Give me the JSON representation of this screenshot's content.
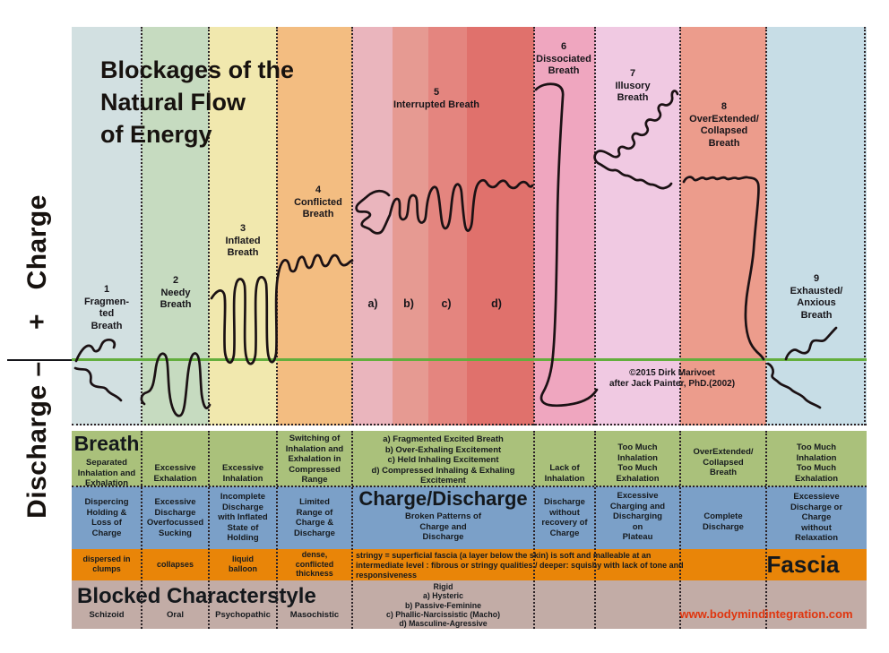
{
  "title": "Blockages of the\nNatural Flow\nof Energy",
  "axis_label": "Discharge –    +   Charge",
  "credit": "©2015 Dirk Marivoet\nafter Jack Painter, PhD.(2002)",
  "website": "www.bodymindintegration.com",
  "colors": {
    "col1": "#d2e0e1",
    "col2": "#c6dbc0",
    "col3": "#f1e8ae",
    "col4": "#f3bd81",
    "col5a": "#eab5bd",
    "col5b": "#e69a92",
    "col5c": "#e4857f",
    "col5d": "#e0716c",
    "col6": "#efa6bf",
    "col7": "#f0c9e2",
    "col8": "#ec9c8c",
    "col9": "#c7dde6",
    "row_breath": "#aac17b",
    "row_charge": "#7ba0c8",
    "row_fascia": "#e98508",
    "row_character": "#c2aca6",
    "baseline_green": "#63ae3d",
    "website_red": "#e0350e",
    "ink": "#1b1114"
  },
  "chart": {
    "col_labels": {
      "c1": "1\nFragmen-\nted\nBreath",
      "c2": "2\nNeedy\nBreath",
      "c3": "3\nInflated\nBreath",
      "c4": "4\nConflicted\nBreath",
      "c5": "5\nInterrupted Breath",
      "c6": "6\nDissociated\nBreath",
      "c7": "7\nIllusory\nBreath",
      "c8": "8\nOverExtended/\nCollapsed\nBreath",
      "c9": "9\nExhausted/\nAnxious\nBreath"
    },
    "sub_labels": {
      "a": "a)",
      "b": "b)",
      "c": "c)",
      "d": "d)"
    }
  },
  "table": {
    "breath": {
      "header": "Breath",
      "c1": "Separated\nInhalation and\nExhalation",
      "c2": "Excessive\nExhalation",
      "c3": "Excessive\nInhalation",
      "c4": "Switching of\nInhalation and\nExhalation in\nCompressed\nRange",
      "c5": "a)  Fragmented Excited Breath\nb)  Over-Exhaling Excitement\nc)  Held Inhaling Excitement\nd)  Compressed Inhaling & Exhaling\nExcitement",
      "c6": "Lack of\nInhalation",
      "c7": "Too Much\nInhalation\nToo Much\nExhalation",
      "c8": "OverExtended/\nCollapsed\nBreath",
      "c9": "Too Much\nInhalation\nToo Much\nExhalation"
    },
    "charge": {
      "header": "Charge/Discharge",
      "c1": "Dispercing\nHolding &\nLoss of\nCharge",
      "c2": "Excessive\nDischarge\nOverfocussed\nSucking",
      "c3": "Incomplete\nDischarge\nwith Inflated\nState of\nHolding",
      "c4": "Limited\nRange of\nCharge &\nDischarge",
      "c5": "Broken Patterns of\nCharge and\nDischarge",
      "c6": "Discharge\nwithout\nrecovery of\nCharge",
      "c7": "Excessive\nCharging and\nDischarging\non\nPlateau",
      "c8": "Complete\nDischarge",
      "c9": "Excessieve\nDischarge or\nCharge\nwithout\nRelaxation"
    },
    "fascia": {
      "header": "Fascia",
      "c1": "dispersed in\nclumps",
      "c2": "collapses",
      "c3": "liquid\nballoon",
      "c4": "dense,\nconflicted\nthickness",
      "note": "stringy = superficial fascia (a layer below the skin) is soft and malleable at an\nintermediate level : fibrous or stringy qualities / deeper: squishy with lack of tone and\nresponsiveness"
    },
    "character": {
      "header": "Blocked Characterstyle",
      "c1": "Schizoid",
      "c2": "Oral",
      "c3": "Psychopathic",
      "c4": "Masochistic",
      "c5": "Rigid\na)  Hysteric\nb)  Passive-Feminine\nc)  Phallic-Narcissistic (Macho)\nd)  Masculine-Agressive"
    }
  }
}
